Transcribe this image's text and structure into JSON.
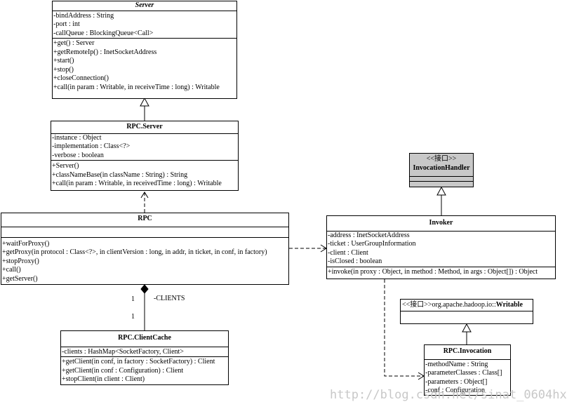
{
  "server": {
    "title": "Server",
    "attributes": [
      "-bindAddress : String",
      "-port : int",
      "-callQueue : BlockingQueue<Call>"
    ],
    "operations": [
      "+get() : Server",
      "+getRemoteIp() : InetSocketAddress",
      "+start()",
      "+stop()",
      "+closeConnection()",
      "+call(in param : Writable, in receiveTime : long) : Writable"
    ]
  },
  "rpc_server": {
    "title": "RPC.Server",
    "attributes": [
      "-instance : Object",
      "-implementation : Class<?>",
      "-verbose : boolean"
    ],
    "operations": [
      "+Server()",
      "+classNameBase(in className : String) : String",
      "+call(in param : Writable, in receivedTime : long) : Writable"
    ]
  },
  "rpc": {
    "title": "RPC",
    "operations": [
      "+waitForProxy()",
      "+getProxy(in protocol : Class<?>, in clientVersion : long, in addr, in ticket, in conf, in factory)",
      "+stopProxy()",
      "+call()",
      "+getServer()"
    ]
  },
  "invocation_handler": {
    "stereotype": "<<接口>>",
    "title": "InvocationHandler"
  },
  "invoker": {
    "title": "Invoker",
    "attributes": [
      "-address : InetSocketAddress",
      "-ticket : UserGroupInformation",
      "-client : Client",
      "-isClosed : boolean"
    ],
    "operations": [
      "+invoke(in proxy : Object, in method : Method, in args : Object[]) : Object"
    ]
  },
  "writable": {
    "prefix": "<<接口>>org.apache.hadoop.io::",
    "name": "Writable"
  },
  "rpc_invocation": {
    "title": "RPC.Invocation",
    "attributes": [
      "-methodName : String",
      "-parameterClasses : Class[]",
      "-parameters : Object[]",
      "-conf : Configuration"
    ]
  },
  "client_cache": {
    "title": "RPC.ClientCache",
    "attributes": [
      "-clients : HashMap<SocketFactory, Client>"
    ],
    "operations": [
      "+getClient(in conf, in factory : SocketFactory) : Client",
      "+getClient(in conf : Configuration) : Client",
      "+stopClient(in client : Client)"
    ]
  },
  "relations": {
    "composition_role": "-CLIENTS",
    "mult_top": "1",
    "mult_bottom": "1"
  },
  "watermark": "http://blog.csdn.net/sinat_0604hx"
}
